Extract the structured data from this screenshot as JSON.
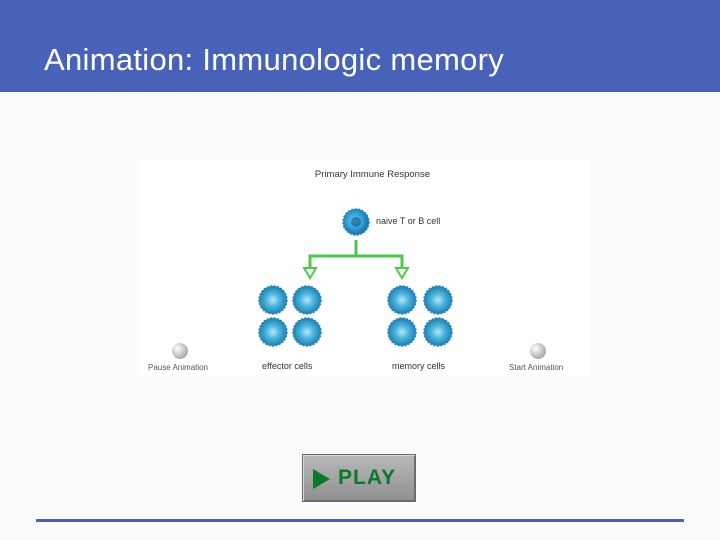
{
  "slide": {
    "title": "Animation: Immunologic memory"
  },
  "animation": {
    "panel_title": "Primary Immune Response",
    "naive_label": "naive T or B cell",
    "effector_label": "effector cells",
    "memory_label": "memory cells",
    "pause_label": "Pause Animation",
    "start_label": "Start Animation"
  },
  "controls": {
    "play_label": "PLAY"
  },
  "colors": {
    "title_bar": "#4762b8",
    "arrow": "#4cc94c",
    "cell": "#3fb0d8",
    "play_text": "#0a7a2a"
  }
}
